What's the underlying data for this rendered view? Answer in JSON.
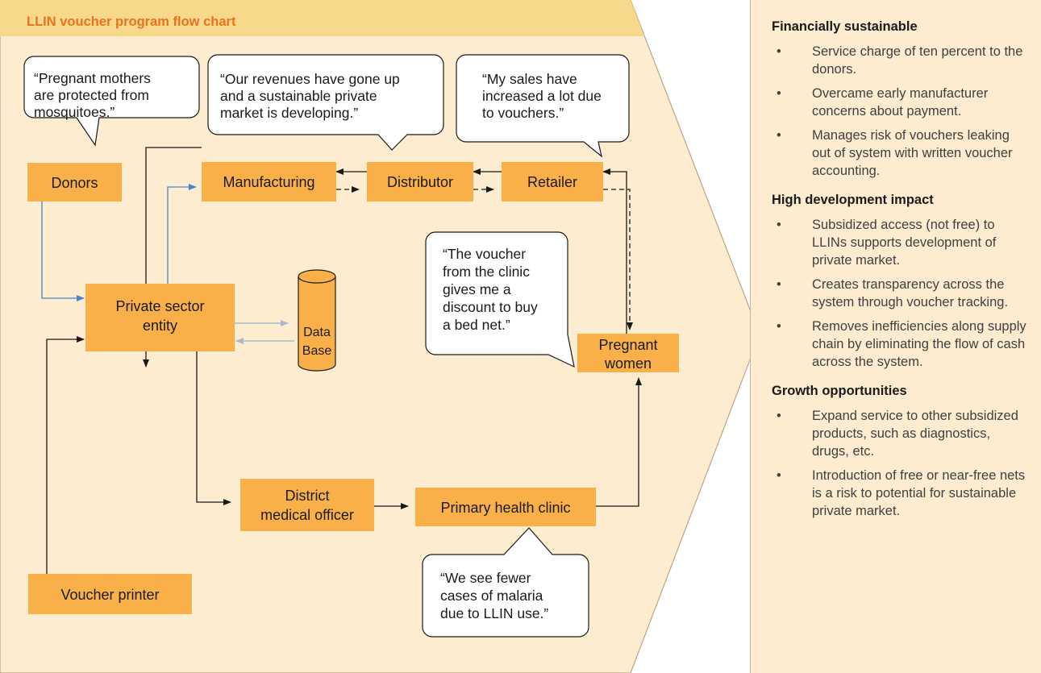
{
  "chart": {
    "title": "LLIN voucher program flow chart",
    "colors": {
      "panel_bg": "#fdeccf",
      "header_band": "#f8d98c",
      "box_fill": "#f9b049",
      "title_orange": "#e8731f",
      "black_arrow": "#1a1a1a",
      "blue_arrow": "#4a86c8",
      "gray_arrow": "#a9b8cc"
    }
  },
  "nodes": {
    "donors": "Donors",
    "manufacturing": "Manufacturing",
    "distributor": "Distributor",
    "retailer": "Retailer",
    "private_sector": [
      "Private sector",
      "entity"
    ],
    "database": [
      "Data",
      "Base"
    ],
    "pregnant_women": [
      "Pregnant",
      "women"
    ],
    "district_officer": [
      "District",
      "medical officer"
    ],
    "clinic": "Primary health clinic",
    "voucher_printer": "Voucher printer"
  },
  "quotes": {
    "donors": [
      "“Pregnant mothers",
      "are protected from",
      "mosquitoes.”"
    ],
    "manufacturing": [
      "“Our revenues have gone up",
      "and a sustainable private",
      "market is developing.”"
    ],
    "retailer": [
      "“My sales have",
      "increased a lot due",
      "to vouchers.”"
    ],
    "pregnant_women": [
      "“The voucher",
      "from the clinic",
      "gives me a",
      "discount to buy",
      "a bed net.”"
    ],
    "clinic": [
      "“We see fewer",
      "cases of malaria",
      "due to LLIN use.”"
    ]
  },
  "panel": {
    "sections": [
      {
        "heading": "Financially sustainable",
        "items": [
          "Service charge of ten percent to the donors.",
          "Overcame early manufacturer concerns about payment.",
          "Manages risk of vouchers leaking out of system with written voucher accounting."
        ]
      },
      {
        "heading": "High development impact",
        "items": [
          "Subsidized access (not free) to LLINs supports development of private market.",
          "Creates transparency across the system through voucher tracking.",
          "Removes inefficiencies along supply chain by eliminating the flow of cash across the system."
        ]
      },
      {
        "heading": "Growth opportunities",
        "items": [
          "Expand service to other subsidized products, such as diagnostics, drugs, etc.",
          "Introduction of free or near-free nets is a risk to potential for sustainable private market."
        ]
      }
    ]
  }
}
